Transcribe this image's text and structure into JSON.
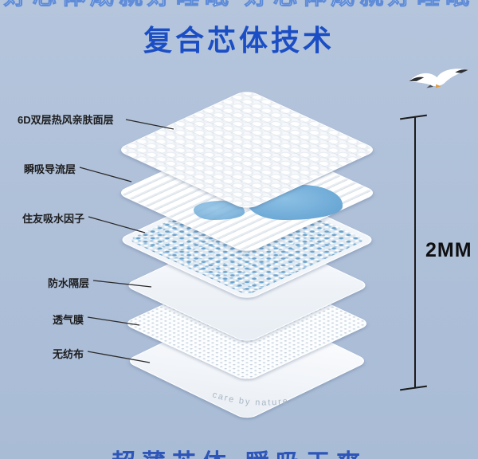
{
  "page": {
    "title": "复合芯体技术",
    "title_color": "#1b4ec5",
    "background_color": "#aebfd8"
  },
  "banners": {
    "top_clipped_text": "好芯体成就好睡眠 好芯体成就好睡眠",
    "bottom_clipped_text": "超薄芯体 瞬吸干爽"
  },
  "icons": {
    "seagull": "seagull-icon"
  },
  "layers": [
    {
      "label": "6D双层热风亲肤面层"
    },
    {
      "label": "瞬吸导流层"
    },
    {
      "label": "住友吸水因子"
    },
    {
      "label": "防水隔层"
    },
    {
      "label": "透气膜"
    },
    {
      "label": "无纺布"
    }
  ],
  "measurement": {
    "label": "2MM"
  },
  "brand_text": "care by nature"
}
